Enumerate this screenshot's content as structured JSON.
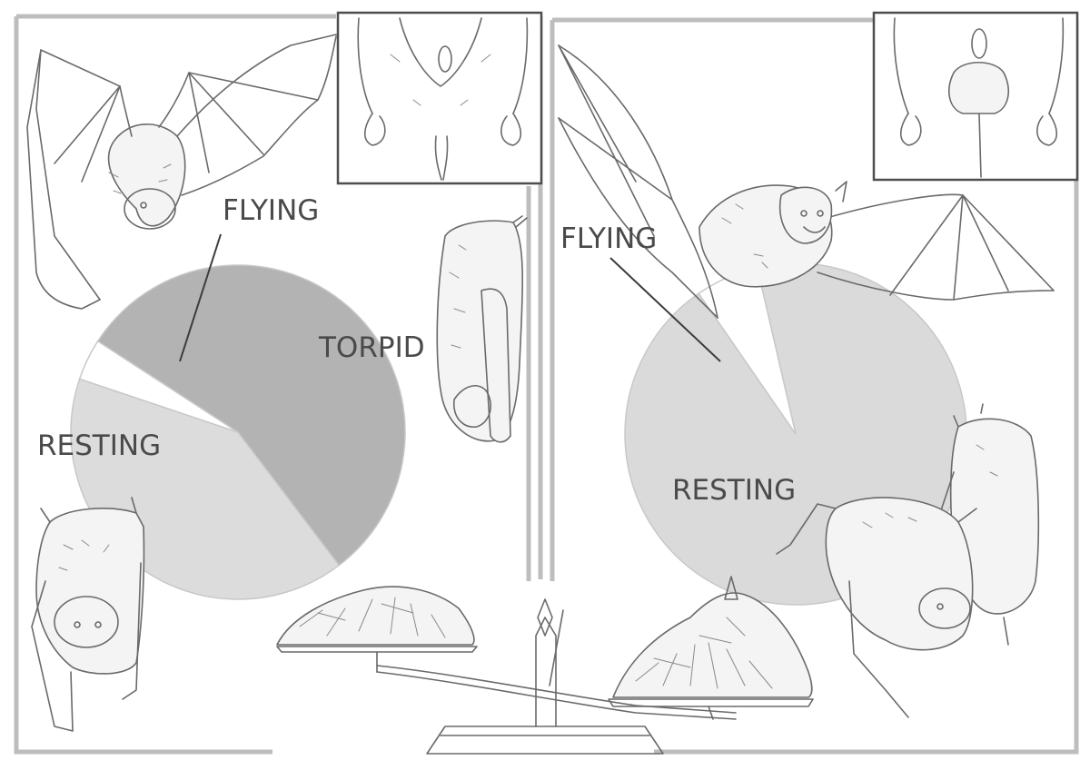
{
  "panels": [
    {
      "chart": {
        "type": "pie",
        "slices": [
          {
            "label": "TORPID",
            "share": 0.555,
            "color": "#b3b3b3"
          },
          {
            "label": "RESTING",
            "share": 0.405,
            "color": "#dcdcdc"
          },
          {
            "label": "FLYING",
            "share": 0.04,
            "color": "#ffffff"
          }
        ]
      }
    },
    {
      "chart": {
        "type": "pie",
        "slices": [
          {
            "label": "RESTING",
            "share": 0.94,
            "color": "#dadada"
          },
          {
            "label": "FLYING",
            "share": 0.06,
            "color": "#ffffff"
          }
        ]
      }
    }
  ],
  "colors": {
    "frame": "#bdbdbd",
    "ink": "#4a4a4a",
    "sketch": "#6a6a6a"
  },
  "illustrations": [
    "flying-bat",
    "hanging-bat",
    "resting-bat",
    "pregnant-abdomen-inset",
    "abdomen-inset",
    "insect-pile",
    "balance-scale"
  ]
}
